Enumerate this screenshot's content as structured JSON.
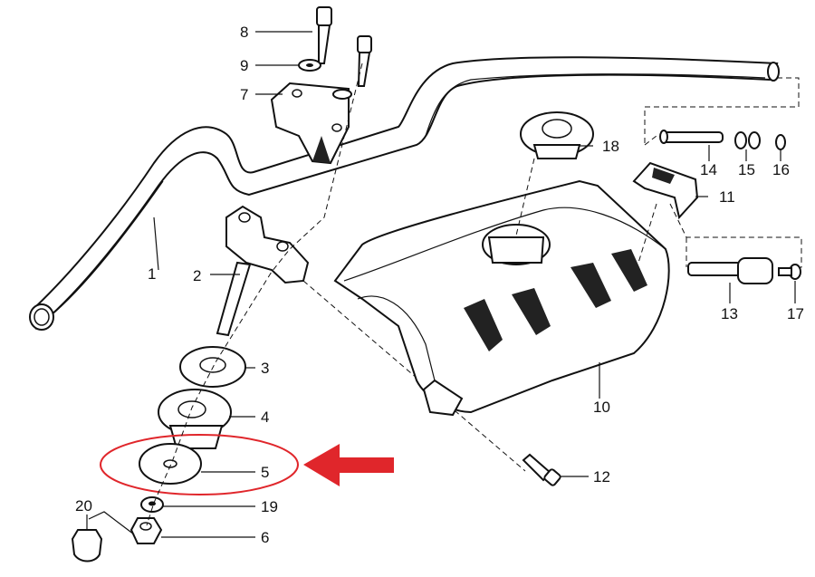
{
  "diagram": {
    "parts": [
      {
        "id": "1",
        "label": "1"
      },
      {
        "id": "2",
        "label": "2"
      },
      {
        "id": "3",
        "label": "3"
      },
      {
        "id": "4",
        "label": "4"
      },
      {
        "id": "5",
        "label": "5"
      },
      {
        "id": "6",
        "label": "6"
      },
      {
        "id": "7",
        "label": "7"
      },
      {
        "id": "8",
        "label": "8"
      },
      {
        "id": "9",
        "label": "9"
      },
      {
        "id": "10",
        "label": "10"
      },
      {
        "id": "11",
        "label": "11"
      },
      {
        "id": "12",
        "label": "12"
      },
      {
        "id": "13",
        "label": "13"
      },
      {
        "id": "14",
        "label": "14"
      },
      {
        "id": "15",
        "label": "15"
      },
      {
        "id": "16",
        "label": "16"
      },
      {
        "id": "17",
        "label": "17"
      },
      {
        "id": "18",
        "label": "18"
      },
      {
        "id": "19",
        "label": "19"
      },
      {
        "id": "20",
        "label": "20"
      }
    ],
    "highlight": {
      "part": "5",
      "color": "#e0262b"
    },
    "colors": {
      "ink": "#111111",
      "highlight": "#e0262b"
    }
  }
}
